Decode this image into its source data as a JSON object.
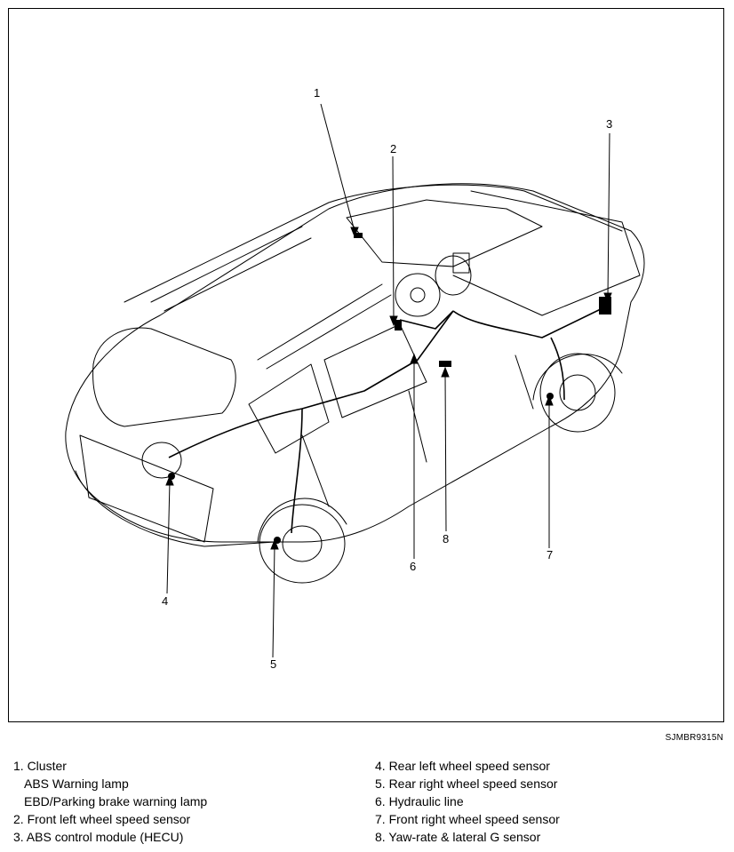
{
  "figure_code": "SJMBR9315N",
  "callouts": [
    "1",
    "2",
    "3",
    "4",
    "5",
    "6",
    "7",
    "8"
  ],
  "legend_left": [
    {
      "text": "1. Cluster",
      "indent": false
    },
    {
      "text": "ABS Warning lamp",
      "indent": true
    },
    {
      "text": "EBD/Parking brake warning lamp",
      "indent": true
    },
    {
      "text": "2. Front left wheel speed sensor",
      "indent": false
    },
    {
      "text": "3. ABS control module (HECU)",
      "indent": false
    }
  ],
  "legend_right": [
    {
      "text": "4. Rear left wheel speed sensor",
      "indent": false
    },
    {
      "text": "5. Rear right wheel speed sensor",
      "indent": false
    },
    {
      "text": "6. Hydraulic line",
      "indent": false
    },
    {
      "text": "7. Front right wheel speed sensor",
      "indent": false
    },
    {
      "text": "8. Yaw-rate & lateral G sensor",
      "indent": false
    }
  ]
}
